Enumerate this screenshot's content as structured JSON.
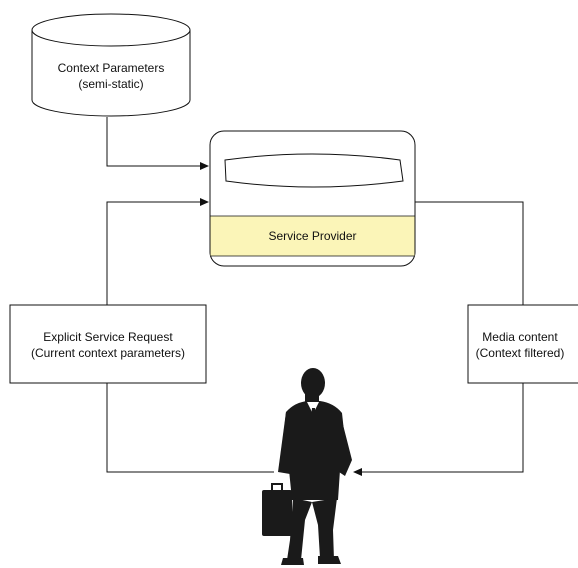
{
  "context_parameters": {
    "line1": "Context Parameters",
    "line2": "(semi-static)"
  },
  "service_provider": {
    "label": "Service Provider",
    "band_color": "#fbf5b8"
  },
  "explicit_request": {
    "line1": "Explicit Service Request",
    "line2": "(Current context parameters)"
  },
  "media_content": {
    "line1": "Media content",
    "line2": "(Context filtered)"
  },
  "user": {
    "icon": "businessman-icon",
    "accessory": "briefcase-icon"
  }
}
